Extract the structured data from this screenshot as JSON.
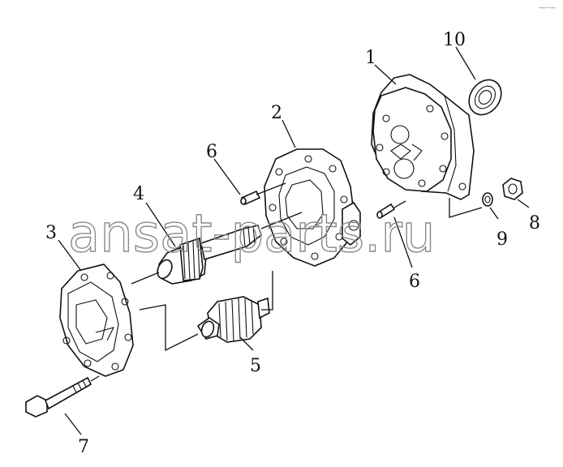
{
  "callouts": {
    "c1": "1",
    "c2": "2",
    "c3": "3",
    "c4": "4",
    "c5": "5",
    "c6a": "6",
    "c6b": "6",
    "c7": "7",
    "c8": "8",
    "c9": "9",
    "c10": "10"
  },
  "watermark": "ansat-parts.ru",
  "corner_mark": "—·—"
}
